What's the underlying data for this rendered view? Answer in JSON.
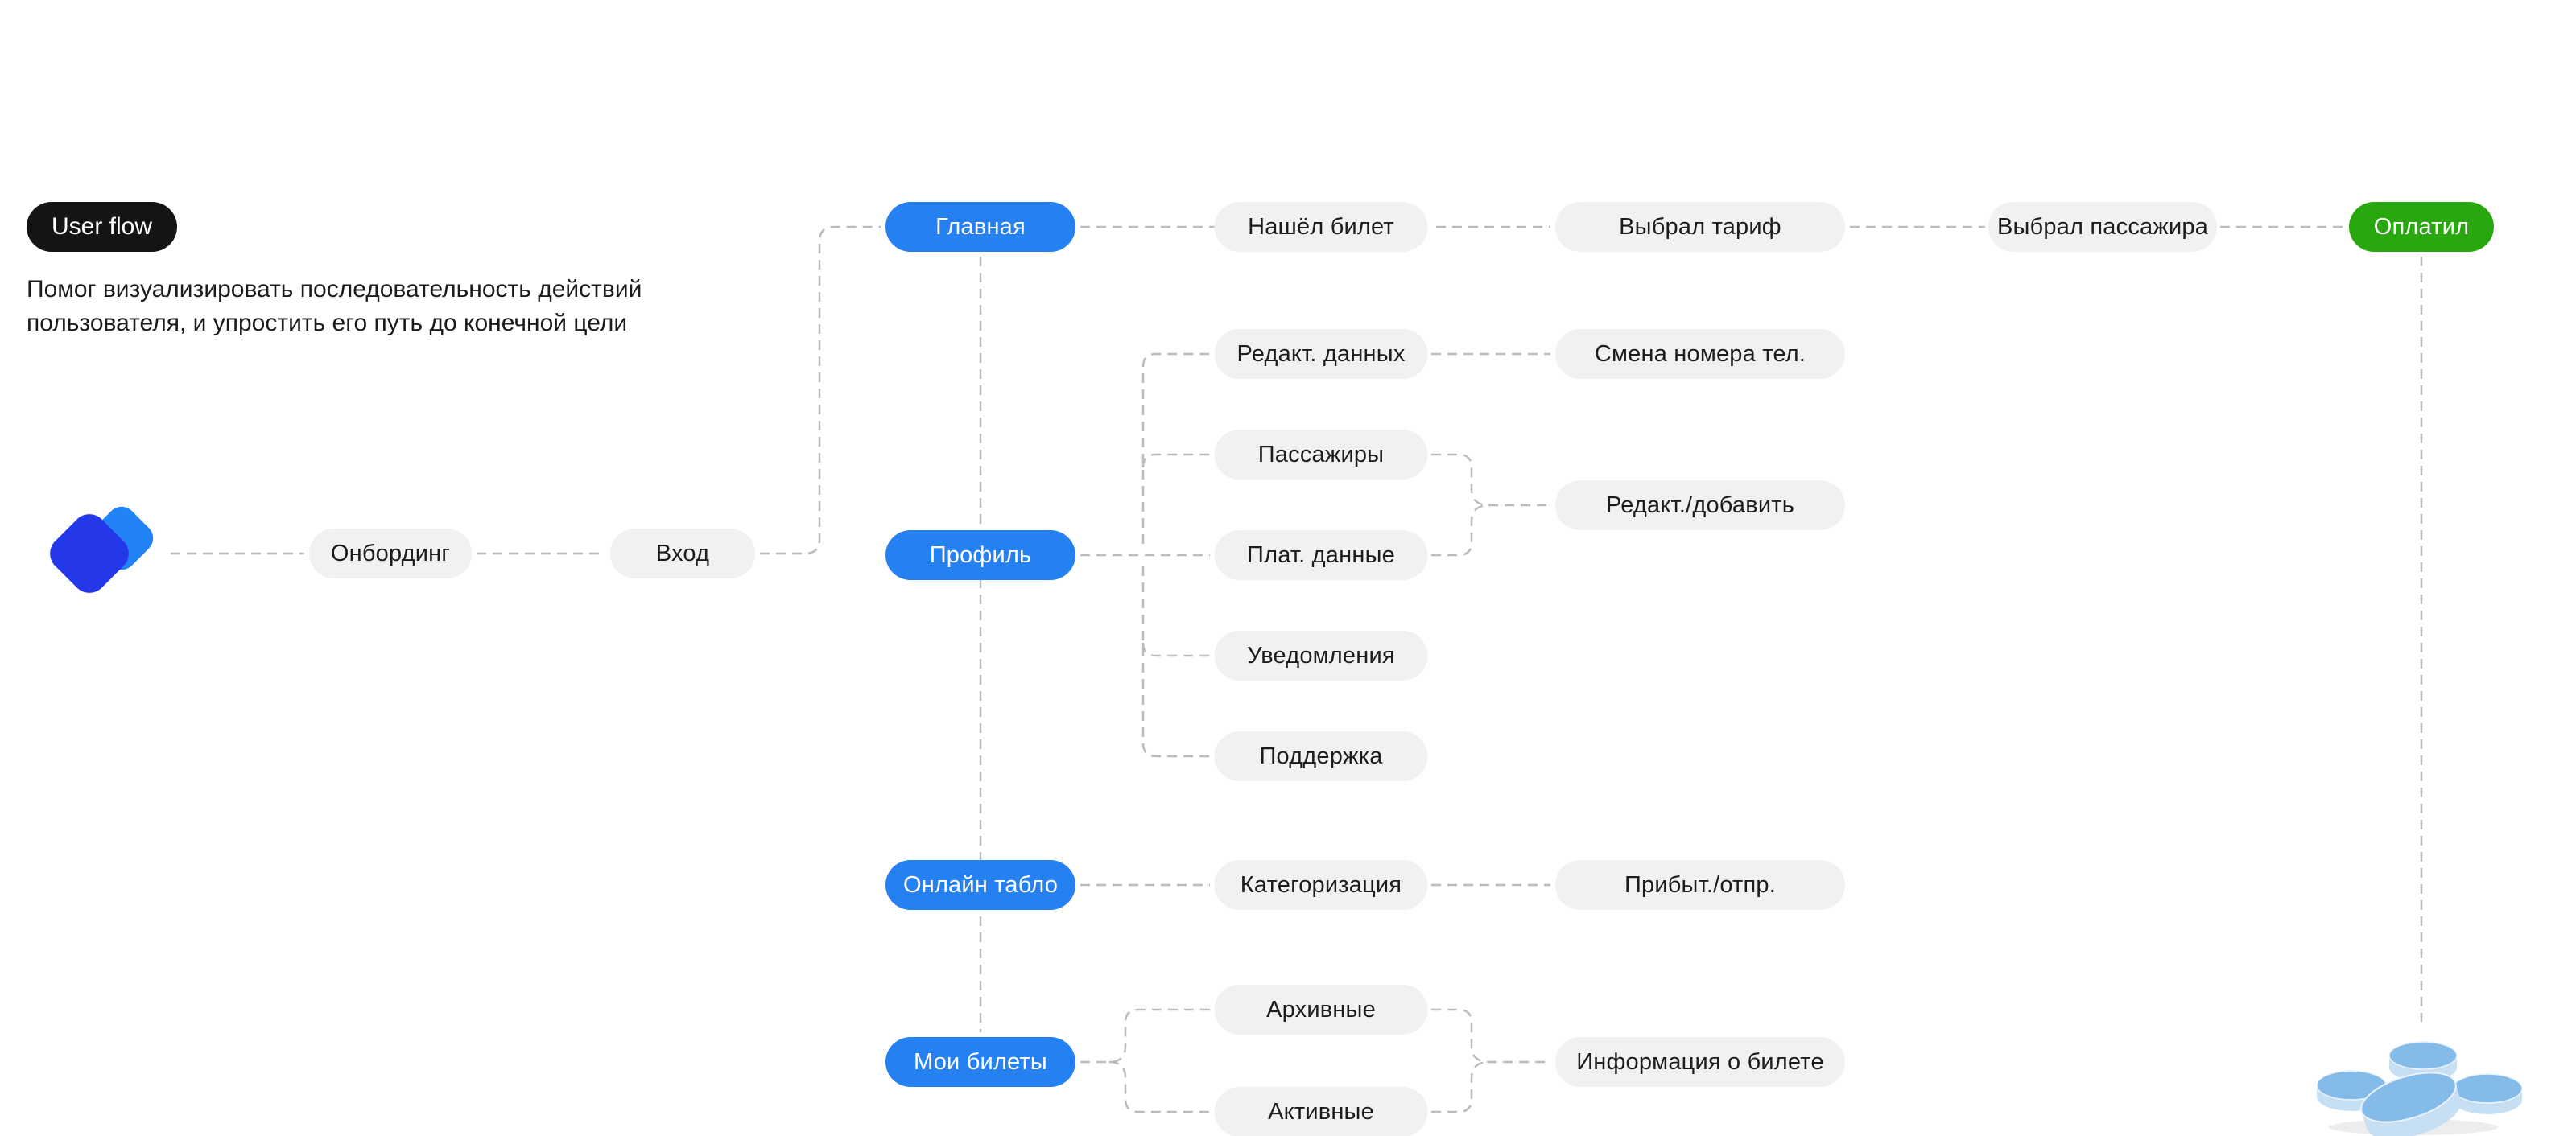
{
  "header": {
    "badge": "User flow",
    "desc1": "Помог визуализировать последовательность действий",
    "desc2": "пользователя, и упростить его путь до конечной цели"
  },
  "nodes": {
    "onboarding": "Онбординг",
    "login": "Вход",
    "home": "Главная",
    "found_ticket": "Нашёл билет",
    "chose_tariff": "Выбрал тариф",
    "chose_passenger": "Выбрал пассажира",
    "paid": "Оплатил",
    "profile": "Профиль",
    "edit_data": "Редакт. данных",
    "change_phone": "Смена номера тел.",
    "passengers": "Пассажиры",
    "payment_data": "Плат. данные",
    "edit_add": "Редакт./добавить",
    "notifications": "Уведомления",
    "support": "Поддержка",
    "online_board": "Онлайн табло",
    "categorization": "Категоризация",
    "arr_dep": "Прибыт./отпр.",
    "my_tickets": "Мои билеты",
    "archived": "Архивные",
    "active": "Активные",
    "ticket_info": "Информация о билете"
  },
  "icons": {
    "logo": "brand-logo-two-rounded-diamonds",
    "illustration": "stack-of-coins"
  },
  "colors": {
    "primary_blue": "#2580F2",
    "success_green": "#29A70E",
    "node_gray": "#F1F1F3",
    "badge_black": "#141414",
    "text_dark": "#1C1C1E",
    "connector_gray": "#B9BBBF",
    "logo_dark_blue": "#2438E9",
    "logo_light_blue": "#2183F7",
    "coin_top": "#85BBE9",
    "coin_side": "#C7DFF3"
  }
}
